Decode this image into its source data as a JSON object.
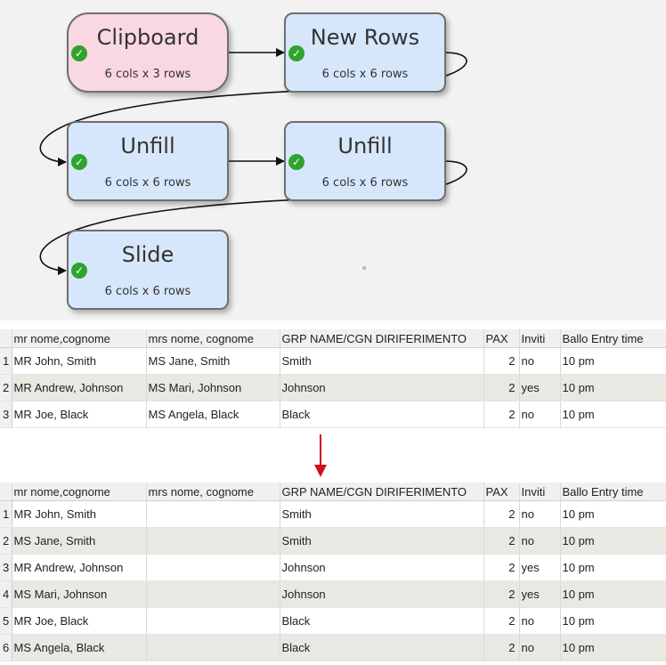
{
  "flow": {
    "nodes": [
      {
        "id": "clipboard",
        "title": "Clipboard",
        "subtitle": "6 cols x 3 rows"
      },
      {
        "id": "new-rows",
        "title": "New Rows",
        "subtitle": "6 cols x 6 rows"
      },
      {
        "id": "unfill-1",
        "title": "Unfill",
        "subtitle": "6 cols x 6 rows"
      },
      {
        "id": "unfill-2",
        "title": "Unfill",
        "subtitle": "6 cols x 6 rows"
      },
      {
        "id": "slide",
        "title": "Slide",
        "subtitle": "6 cols x 6 rows"
      }
    ],
    "check_icon": "check-circle-icon",
    "colors": {
      "source_fill": "#fad8e1",
      "node_fill": "#d7e7fb",
      "status_green": "#2fa32f"
    }
  },
  "table_before": {
    "columns": [
      "",
      "mr nome,cognome",
      "mrs nome, cognome",
      "GRP NAME/CGN DIRIFERIMENTO",
      "PAX",
      "Inviti",
      "Ballo Entry time"
    ],
    "rows": [
      [
        "1",
        "MR John, Smith",
        "MS Jane, Smith",
        "Smith",
        "2",
        "no",
        "10 pm"
      ],
      [
        "2",
        "MR Andrew, Johnson",
        "MS Mari, Johnson",
        "Johnson",
        "2",
        "yes",
        "10 pm"
      ],
      [
        "3",
        "MR Joe, Black",
        "MS Angela, Black",
        "Black",
        "2",
        "no",
        "10 pm"
      ]
    ]
  },
  "table_after": {
    "columns": [
      "",
      "mr nome,cognome",
      "mrs nome, cognome",
      "GRP NAME/CGN DIRIFERIMENTO",
      "PAX",
      "Inviti",
      "Ballo Entry time"
    ],
    "rows": [
      [
        "1",
        "MR John, Smith",
        "",
        "Smith",
        "2",
        "no",
        "10 pm"
      ],
      [
        "2",
        "MS Jane, Smith",
        "",
        "Smith",
        "2",
        "no",
        "10 pm"
      ],
      [
        "3",
        "MR Andrew, Johnson",
        "",
        "Johnson",
        "2",
        "yes",
        "10 pm"
      ],
      [
        "4",
        "MS Mari, Johnson",
        "",
        "Johnson",
        "2",
        "yes",
        "10 pm"
      ],
      [
        "5",
        "MR Joe, Black",
        "",
        "Black",
        "2",
        "no",
        "10 pm"
      ],
      [
        "6",
        "MS Angela, Black",
        "",
        "Black",
        "2",
        "no",
        "10 pm"
      ]
    ]
  },
  "transform_arrow": {
    "icon": "arrow-down-icon",
    "color": "#d0101a"
  }
}
